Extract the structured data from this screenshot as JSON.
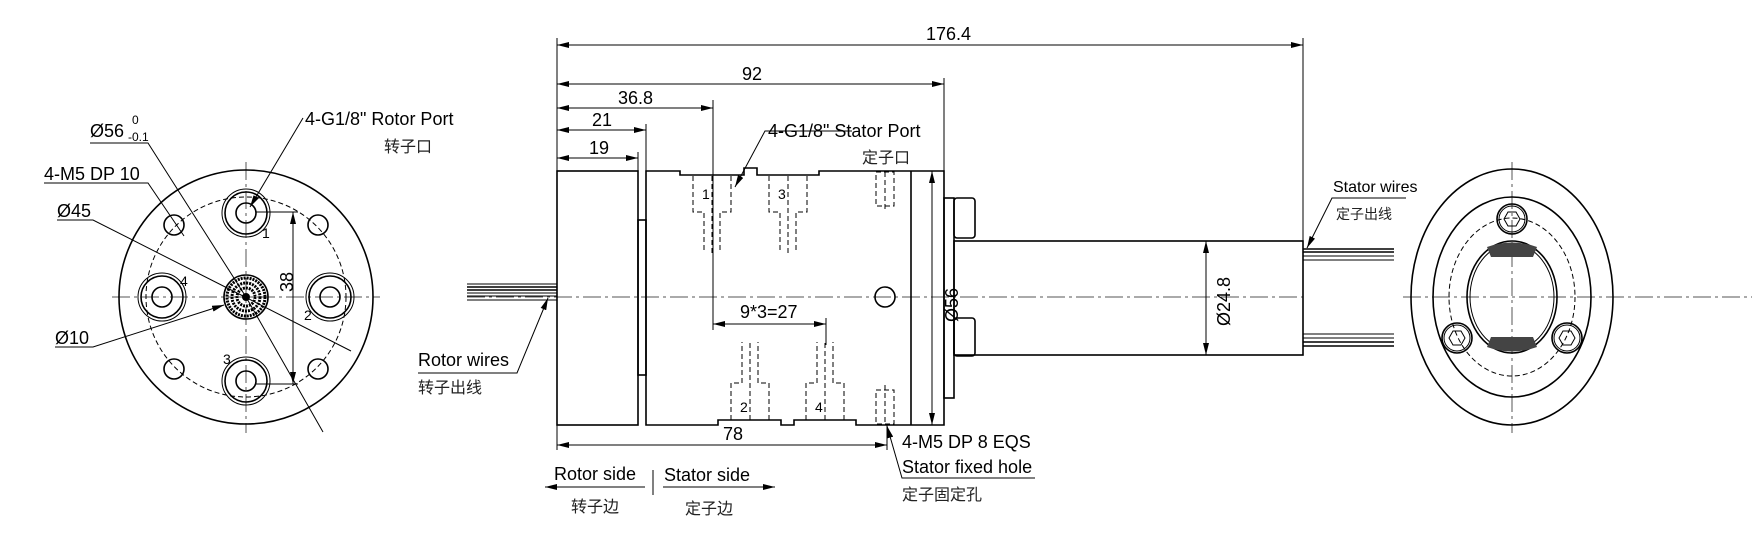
{
  "left_view": {
    "dia56": "Ø56",
    "dia56_upper_tol": "0",
    "dia56_lower_tol": "-0.1",
    "m5": "4-M5 DP 10",
    "dia45": "Ø45",
    "dia10": "Ø10",
    "rotor_port": "4-G1/8\"  Rotor Port",
    "rotor_port_cn": "转子口",
    "dim38": "38",
    "port_numbers": [
      "1",
      "2",
      "3",
      "4"
    ]
  },
  "side_view": {
    "dim_total": "176.4",
    "dim_92": "92",
    "dim_36_8": "36.8",
    "dim_21": "21",
    "dim_19": "19",
    "dim_78": "78",
    "dim_pitch": "9*3=27",
    "dia56": "Ø56",
    "dia24_8": "Ø24.8",
    "stator_port": "4-G1/8\" Stator Port",
    "stator_port_cn": "定子口",
    "port_numbers": [
      "1",
      "3",
      "2",
      "4"
    ],
    "rotor_wires": "Rotor wires",
    "rotor_wires_cn": "转子出线",
    "stator_wires": "Stator wires",
    "stator_wires_cn": "定子出线",
    "fixed_hole_1": "4-M5 DP 8 EQS",
    "fixed_hole_2": "Stator fixed hole",
    "fixed_hole_cn": "定子固定孔",
    "rotor_side": "Rotor side",
    "rotor_side_cn": "转子边",
    "stator_side": "Stator side",
    "stator_side_cn": "定子边"
  }
}
